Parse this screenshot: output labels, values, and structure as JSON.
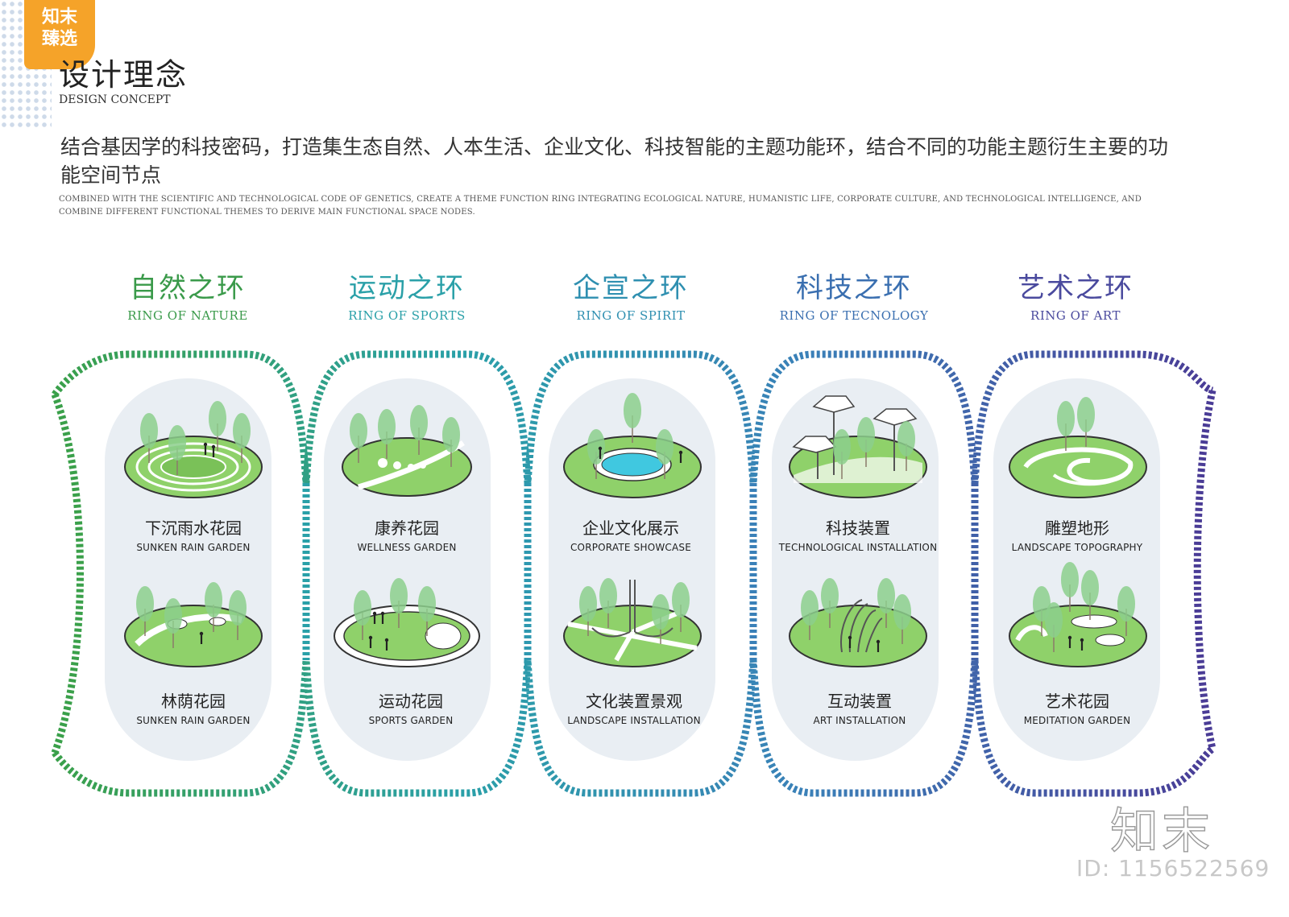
{
  "badge": {
    "line1": "知末",
    "line2": "臻选"
  },
  "header": {
    "title": "设计理念",
    "subtitle": "DESIGN CONCEPT"
  },
  "intro": {
    "cn": "结合基因学的科技密码，打造集生态自然、人本生活、企业文化、科技智能的主题功能环，结合不同的功能主题衍生主要的功能空间节点",
    "en": "COMBINED WITH THE SCIENTIFIC AND TECHNOLOGICAL CODE OF GENETICS, CREATE A THEME FUNCTION RING INTEGRATING ECOLOGICAL NATURE, HUMANISTIC LIFE, CORPORATE CULTURE, AND TECHNOLOGICAL INTELLIGENCE, AND COMBINE DIFFERENT FUNCTIONAL THEMES TO DERIVE MAIN FUNCTIONAL SPACE NODES."
  },
  "rings": [
    {
      "cn": "自然之环",
      "en": "RING OF NATURE",
      "color": "#3a9a4a",
      "nodes": [
        {
          "cn": "下沉雨水花园",
          "en": "SUNKEN RAIN GARDEN"
        },
        {
          "cn": "林荫花园",
          "en": "SUNKEN RAIN GARDEN"
        }
      ]
    },
    {
      "cn": "运动之环",
      "en": "RING OF SPORTS",
      "color": "#2aa0a8",
      "nodes": [
        {
          "cn": "康养花园",
          "en": "WELLNESS GARDEN"
        },
        {
          "cn": "运动花园",
          "en": "SPORTS GARDEN"
        }
      ]
    },
    {
      "cn": "企宣之环",
      "en": "RING OF SPIRIT",
      "color": "#2e8fb0",
      "nodes": [
        {
          "cn": "企业文化展示",
          "en": "CORPORATE SHOWCASE"
        },
        {
          "cn": "文化装置景观",
          "en": "LANDSCAPE INSTALLATION"
        }
      ]
    },
    {
      "cn": "科技之环",
      "en": "RING OF TECNOLOGY",
      "color": "#3a6fb0",
      "nodes": [
        {
          "cn": "科技装置",
          "en": "TECHNOLOGICAL INSTALLATION"
        },
        {
          "cn": "互动装置",
          "en": "ART INSTALLATION"
        }
      ]
    },
    {
      "cn": "艺术之环",
      "en": "RING OF ART",
      "color": "#4a4a9e",
      "nodes": [
        {
          "cn": "雕塑地形",
          "en": "LANDSCAPE TOPOGRAPHY"
        },
        {
          "cn": "艺术花园",
          "en": "MEDITATION GARDEN"
        }
      ]
    }
  ],
  "footer": {
    "brand": "知末",
    "id": "ID: 1156522569"
  }
}
